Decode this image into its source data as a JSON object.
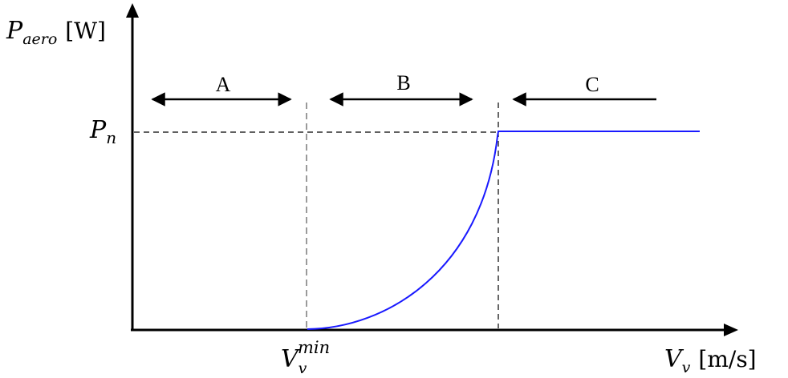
{
  "axes": {
    "y_label": {
      "symbol": "P",
      "subscript": "aero",
      "unit": "[W]"
    },
    "x_label": {
      "symbol": "V",
      "subscript": "v",
      "unit": "[m/s]"
    }
  },
  "markers": {
    "p_nominal": {
      "symbol": "P",
      "subscript": "n"
    },
    "v_min": {
      "symbol": "V",
      "subscript": "v",
      "superscript": "min"
    }
  },
  "regions": {
    "a": "A",
    "b": "B",
    "c": "C"
  },
  "colors": {
    "curve": "#1a1aff",
    "axis": "#000000",
    "guide_gray": "#9a9a9a",
    "guide_black": "#000000"
  }
}
